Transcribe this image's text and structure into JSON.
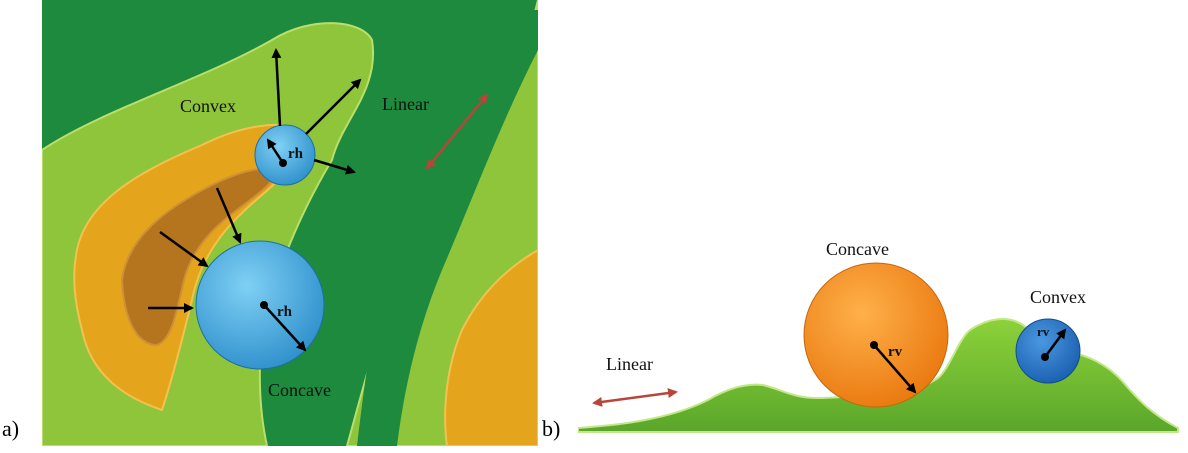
{
  "panel_a": {
    "letter": "a)",
    "labels": {
      "convex": "Convex",
      "linear": "Linear",
      "concave": "Concave",
      "radius_small": "rh",
      "radius_large": "rh"
    }
  },
  "panel_b": {
    "letter": "b)",
    "labels": {
      "concave": "Concave",
      "convex": "Convex",
      "linear": "Linear",
      "radius_large": "rv",
      "radius_small": "rv"
    }
  },
  "colors": {
    "dark_green": "#1e8a3e",
    "light_green": "#8ec53a",
    "yellow_orange": "#e4a51c",
    "dark_orange": "#b5751f",
    "circle_blue": "#3aa3d8",
    "circle_orange": "#f08a1c",
    "circle_dark_blue": "#1f6fc4",
    "arrow_red": "#b8453a",
    "hill_green": "#7bbf2f"
  }
}
